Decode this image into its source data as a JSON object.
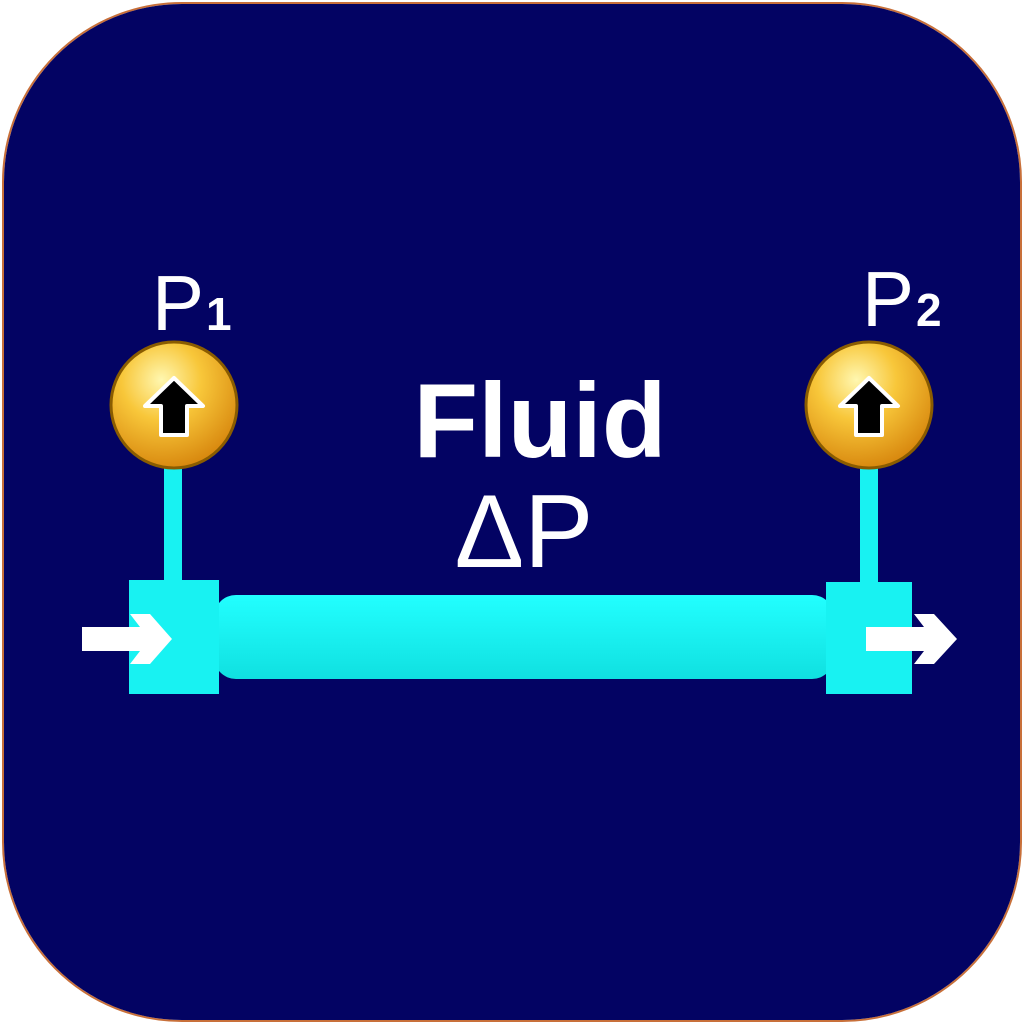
{
  "icon": {
    "title": "Fluid",
    "symbol": "ΔP",
    "gauges": [
      {
        "letter": "P",
        "subscript": "1"
      },
      {
        "letter": "P",
        "subscript": "2"
      }
    ],
    "icons": {
      "gauge": "pressure-gauge-icon",
      "arrow_in": "arrow-right-icon",
      "arrow_out": "arrow-right-icon"
    },
    "colors": {
      "background": "#030363",
      "pipe": "#18f2f2",
      "gauge_face": "#f5b22a",
      "border": "#c8703a",
      "text": "#ffffff"
    }
  }
}
